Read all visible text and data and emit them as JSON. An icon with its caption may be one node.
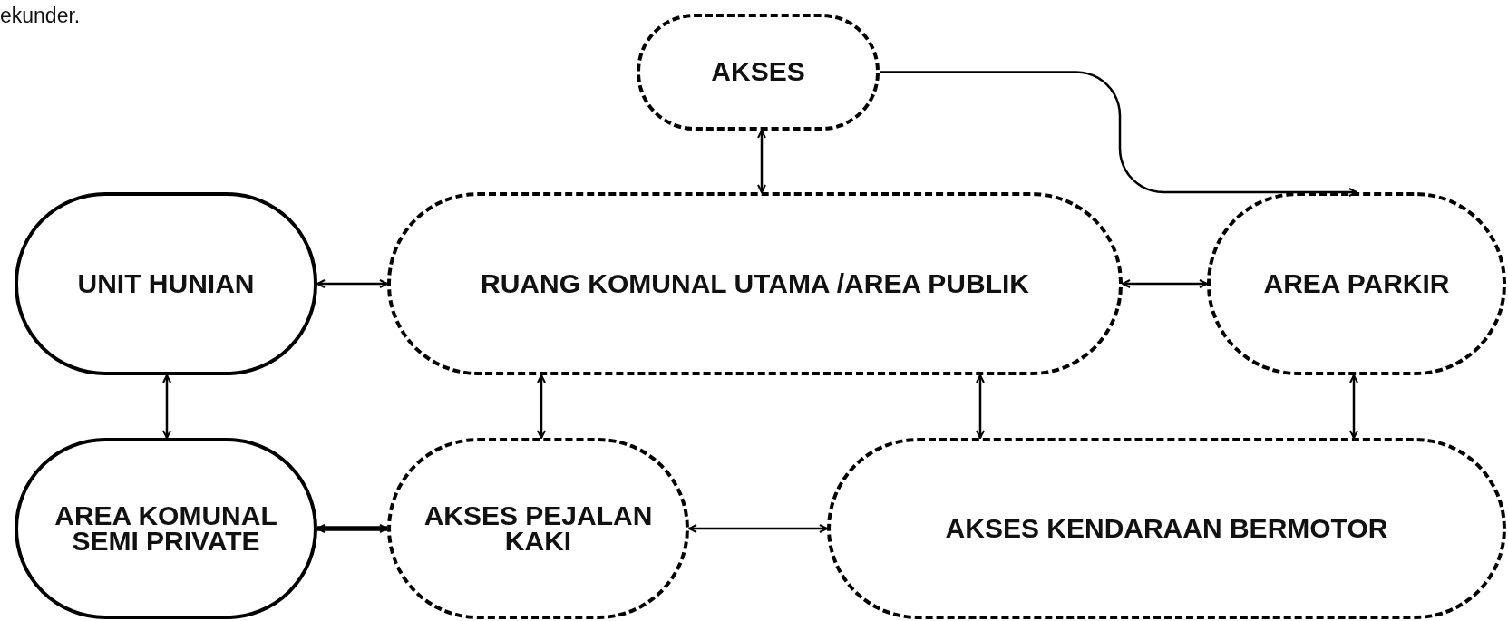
{
  "diagram": {
    "nodes": [
      {
        "text": [
          "AKSES"
        ]
      },
      {
        "text": [
          "UNIT HUNIAN"
        ]
      },
      {
        "text": [
          "RUANG KOMUNAL UTAMA /AREA PUBLIK"
        ]
      },
      {
        "text": [
          "AREA PARKIR"
        ]
      },
      {
        "text": [
          "AREA KOMUNAL SEMI PRIVATE"
        ]
      },
      {
        "text": [
          "AKSES PEJALAN KAKI"
        ]
      },
      {
        "text": [
          "AKSES KENDARAAN BERMOTOR"
        ]
      }
    ],
    "edges": [
      {
        "from": 0,
        "to": 2,
        "arrow": "both"
      },
      {
        "from": 0,
        "to": 3,
        "arrow": "to"
      },
      {
        "from": 1,
        "to": 2,
        "arrow": "both"
      },
      {
        "from": 2,
        "to": 3,
        "arrow": "both"
      },
      {
        "from": 1,
        "to": 4,
        "arrow": "both"
      },
      {
        "from": 2,
        "to": 5,
        "arrow": "both"
      },
      {
        "from": 2,
        "to": 6,
        "arrow": "both"
      },
      {
        "from": 3,
        "to": 6,
        "arrow": "both"
      },
      {
        "from": 4,
        "to": 5,
        "arrow": "both",
        "style": "thick"
      },
      {
        "from": 5,
        "to": 6,
        "arrow": "both"
      }
    ],
    "labels": [
      "ekunder."
    ]
  }
}
